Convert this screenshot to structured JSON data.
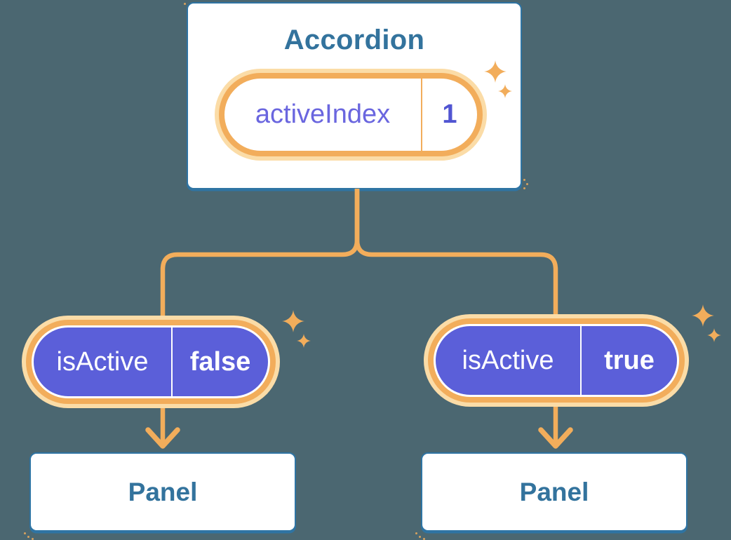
{
  "diagram": {
    "root": {
      "title": "Accordion",
      "pill": {
        "label": "activeIndex",
        "value": "1"
      }
    },
    "children": [
      {
        "pill": {
          "label": "isActive",
          "value": "false"
        },
        "panel": "Panel"
      },
      {
        "pill": {
          "label": "isActive",
          "value": "true"
        },
        "panel": "Panel"
      }
    ],
    "colors": {
      "background": "#4B6771",
      "box_fill": "#FFFFFF",
      "box_border_blue": "#2F74A3",
      "heading_blue": "#33739D",
      "accent_amber": "#F2AD5B",
      "amber_halo": "#FBDCA7",
      "pill_purple": "#5B5FD9",
      "state_label_purple": "#6A66DF",
      "state_value_purple": "#5155D2",
      "pill_text_white": "#FFFFFF"
    }
  }
}
